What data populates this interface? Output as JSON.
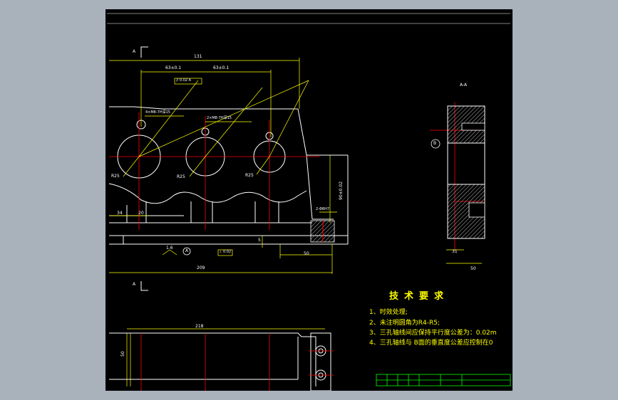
{
  "drawing": {
    "section_label_top": "A",
    "section_label_bottom": "A",
    "section_view_title": "A-A",
    "datum_label": "B",
    "view_a_label": "A"
  },
  "dimensions": {
    "top_width": "131",
    "hole_spacing_1": "63±0.1",
    "hole_spacing_2": "63±0.1",
    "tolerance_frame": "// 0.02 A",
    "hole_note_1": "4×M8-7H深15",
    "hole_note_2": "2×M8-7H深15",
    "height_right": "90±0.02",
    "pin_note": "2-Φ8H7",
    "roughness": "1.6",
    "perp_frame": "⊥ 0.02",
    "length_bottom": "209",
    "offset_right": "50",
    "bottom_length": "218",
    "bottom_height": "50",
    "section_width": "50",
    "section_inner": "31",
    "left_small": "34",
    "base_small": "20",
    "radius_1": "R25",
    "radius_2": "R25",
    "radius_3": "R25",
    "dim_5": "5"
  },
  "requirements": {
    "title": "技术要求",
    "items": [
      "1、时效处理;",
      "2、未注明圆角为R4-R5;",
      "3、三孔轴线间应保持平行度公差为：0.02m",
      "4、三孔轴线与 B面的垂直度公差应控制在0"
    ]
  },
  "colors": {
    "background": "#000000",
    "frame": "#ffffff",
    "dimension": "#ffff00",
    "center_line": "#ff0000",
    "hatch": "#cccccc",
    "title_block": "#00ff00"
  }
}
